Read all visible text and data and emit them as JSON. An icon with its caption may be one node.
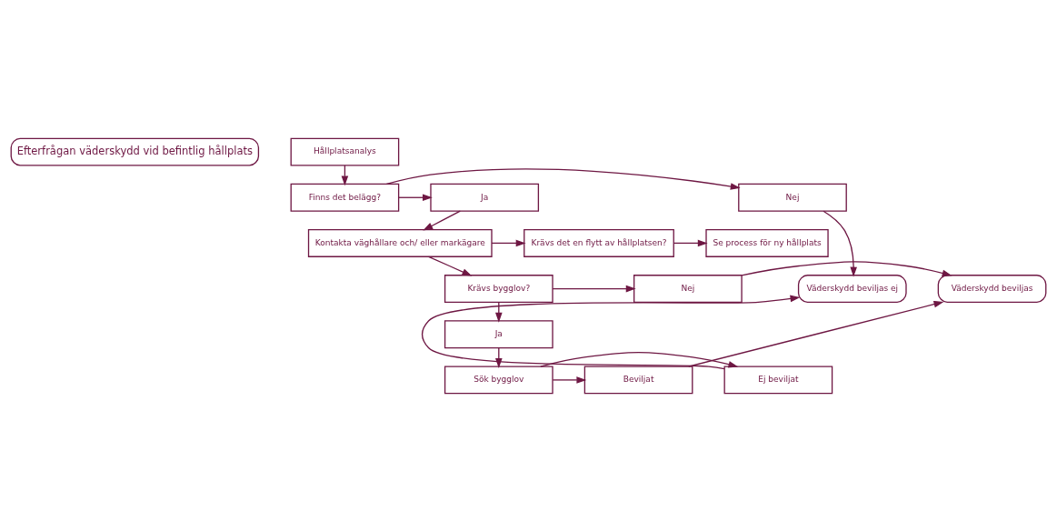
{
  "diagram": {
    "nodes": [
      {
        "text": [
          "Efterfrågan väderskydd vid befintlig hållplats"
        ]
      },
      {
        "text": [
          "Hållplatsanalys"
        ]
      },
      {
        "text": [
          "Finns det belägg?"
        ]
      },
      {
        "text": [
          "Nej"
        ]
      },
      {
        "text": [
          "Ja"
        ]
      },
      {
        "text": [
          "Väderskydd beviljas ej"
        ]
      },
      {
        "text": [
          "Kontakta väghållare och/ eller markägare"
        ]
      },
      {
        "text": [
          "Krävs det en flytt av hållplatsen?"
        ]
      },
      {
        "text": [
          "Se process för ny hållplats"
        ]
      },
      {
        "text": [
          "Krävs bygglov?"
        ]
      },
      {
        "text": [
          "Nej"
        ]
      },
      {
        "text": [
          "Väderskydd beviljas"
        ]
      },
      {
        "text": [
          "Ja"
        ]
      },
      {
        "text": [
          "Ej beviljat"
        ]
      },
      {
        "text": [
          "Sök bygglov"
        ]
      },
      {
        "text": [
          "Beviljat"
        ]
      }
    ],
    "edges": [
      {
        "from": 1,
        "to": 2,
        "arrow": "to"
      },
      {
        "from": 2,
        "to": 3,
        "arrow": "to"
      },
      {
        "from": 2,
        "to": 4,
        "arrow": "to"
      },
      {
        "from": 3,
        "to": 5,
        "arrow": "to"
      },
      {
        "from": 4,
        "to": 6,
        "arrow": "to"
      },
      {
        "from": 6,
        "to": 7,
        "arrow": "to"
      },
      {
        "from": 7,
        "to": 8,
        "arrow": "to"
      },
      {
        "from": 6,
        "to": 9,
        "arrow": "to"
      },
      {
        "from": 9,
        "to": 10,
        "arrow": "to"
      },
      {
        "from": 10,
        "to": 11,
        "arrow": "to"
      },
      {
        "from": 9,
        "to": 12,
        "arrow": "to"
      },
      {
        "from": 12,
        "to": 14,
        "arrow": "to"
      },
      {
        "from": 14,
        "to": 13,
        "arrow": "to"
      },
      {
        "from": 14,
        "to": 15,
        "arrow": "to"
      },
      {
        "from": 13,
        "to": 5,
        "arrow": "to"
      },
      {
        "from": 15,
        "to": 11,
        "arrow": "to"
      }
    ]
  }
}
